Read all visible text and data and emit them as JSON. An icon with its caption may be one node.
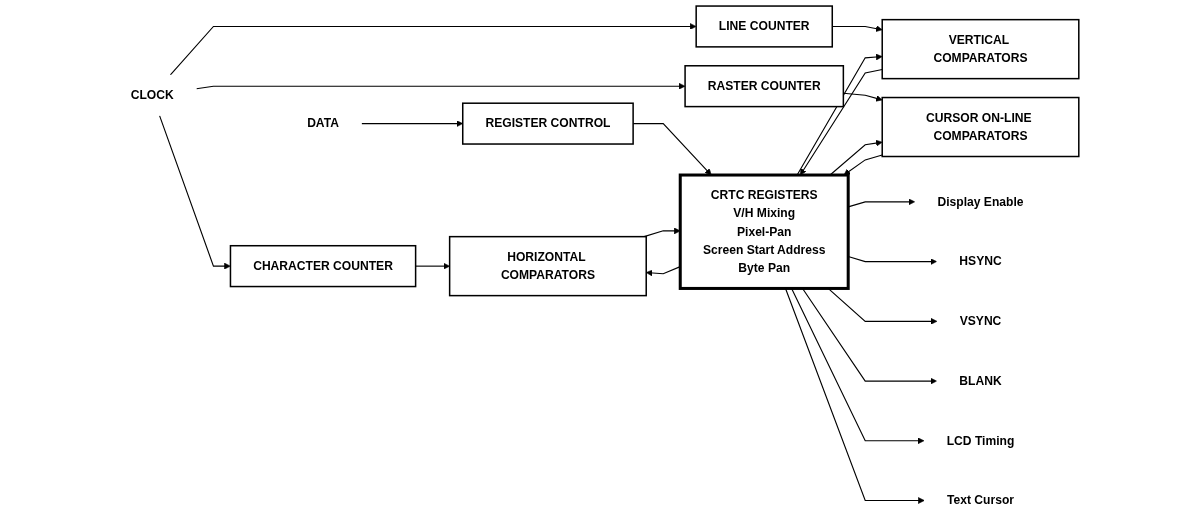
{
  "diagram": {
    "nodes": [
      {
        "text": [
          "DATA"
        ]
      },
      {
        "text": [
          "REGISTER CONTROL"
        ]
      },
      {
        "text": [
          "CRTC REGISTERS",
          "V/H Mixing",
          "Pixel-Pan",
          "Screen Start Address",
          "Byte Pan"
        ]
      },
      {
        "text": [
          "CLOCK"
        ]
      },
      {
        "text": [
          "CHARACTER COUNTER"
        ]
      },
      {
        "text": [
          "HORIZONTAL COMPARATORS"
        ]
      },
      {
        "text": [
          "LINE COUNTER"
        ]
      },
      {
        "text": [
          "VERTICAL COMPARATORS"
        ]
      },
      {
        "text": [
          "RASTER COUNTER"
        ]
      },
      {
        "text": [
          "CURSOR ON-LINE COMPARATORS"
        ]
      },
      {
        "text": [
          "Display Enable"
        ]
      },
      {
        "text": [
          "HSYNC"
        ]
      },
      {
        "text": [
          "VSYNC"
        ]
      },
      {
        "text": [
          "BLANK"
        ]
      },
      {
        "text": [
          "LCD Timing"
        ]
      },
      {
        "text": [
          "Text Cursor"
        ]
      }
    ],
    "edges": [
      {
        "from": 0,
        "to": 1,
        "arrow": "to"
      },
      {
        "from": 1,
        "to": 2,
        "arrow": "to"
      },
      {
        "from": 3,
        "to": 4,
        "arrow": "to"
      },
      {
        "from": 3,
        "to": 6,
        "arrow": "to"
      },
      {
        "from": 3,
        "to": 8,
        "arrow": "to"
      },
      {
        "from": 4,
        "to": 5,
        "arrow": "to"
      },
      {
        "from": 6,
        "to": 7,
        "arrow": "to"
      },
      {
        "from": 8,
        "to": 9,
        "arrow": "to"
      },
      {
        "from": 2,
        "to": 5,
        "arrow": "to"
      },
      {
        "from": 5,
        "to": 2,
        "arrow": "to"
      },
      {
        "from": 2,
        "to": 7,
        "arrow": "to"
      },
      {
        "from": 7,
        "to": 2,
        "arrow": "to"
      },
      {
        "from": 2,
        "to": 9,
        "arrow": "to"
      },
      {
        "from": 9,
        "to": 2,
        "arrow": "to"
      },
      {
        "from": 2,
        "to": 10,
        "arrow": "to"
      },
      {
        "from": 2,
        "to": 11,
        "arrow": "to"
      },
      {
        "from": 2,
        "to": 12,
        "arrow": "to"
      },
      {
        "from": 2,
        "to": 13,
        "arrow": "to"
      },
      {
        "from": 2,
        "to": 14,
        "arrow": "to"
      },
      {
        "from": 2,
        "to": 15,
        "arrow": "to"
      }
    ]
  }
}
